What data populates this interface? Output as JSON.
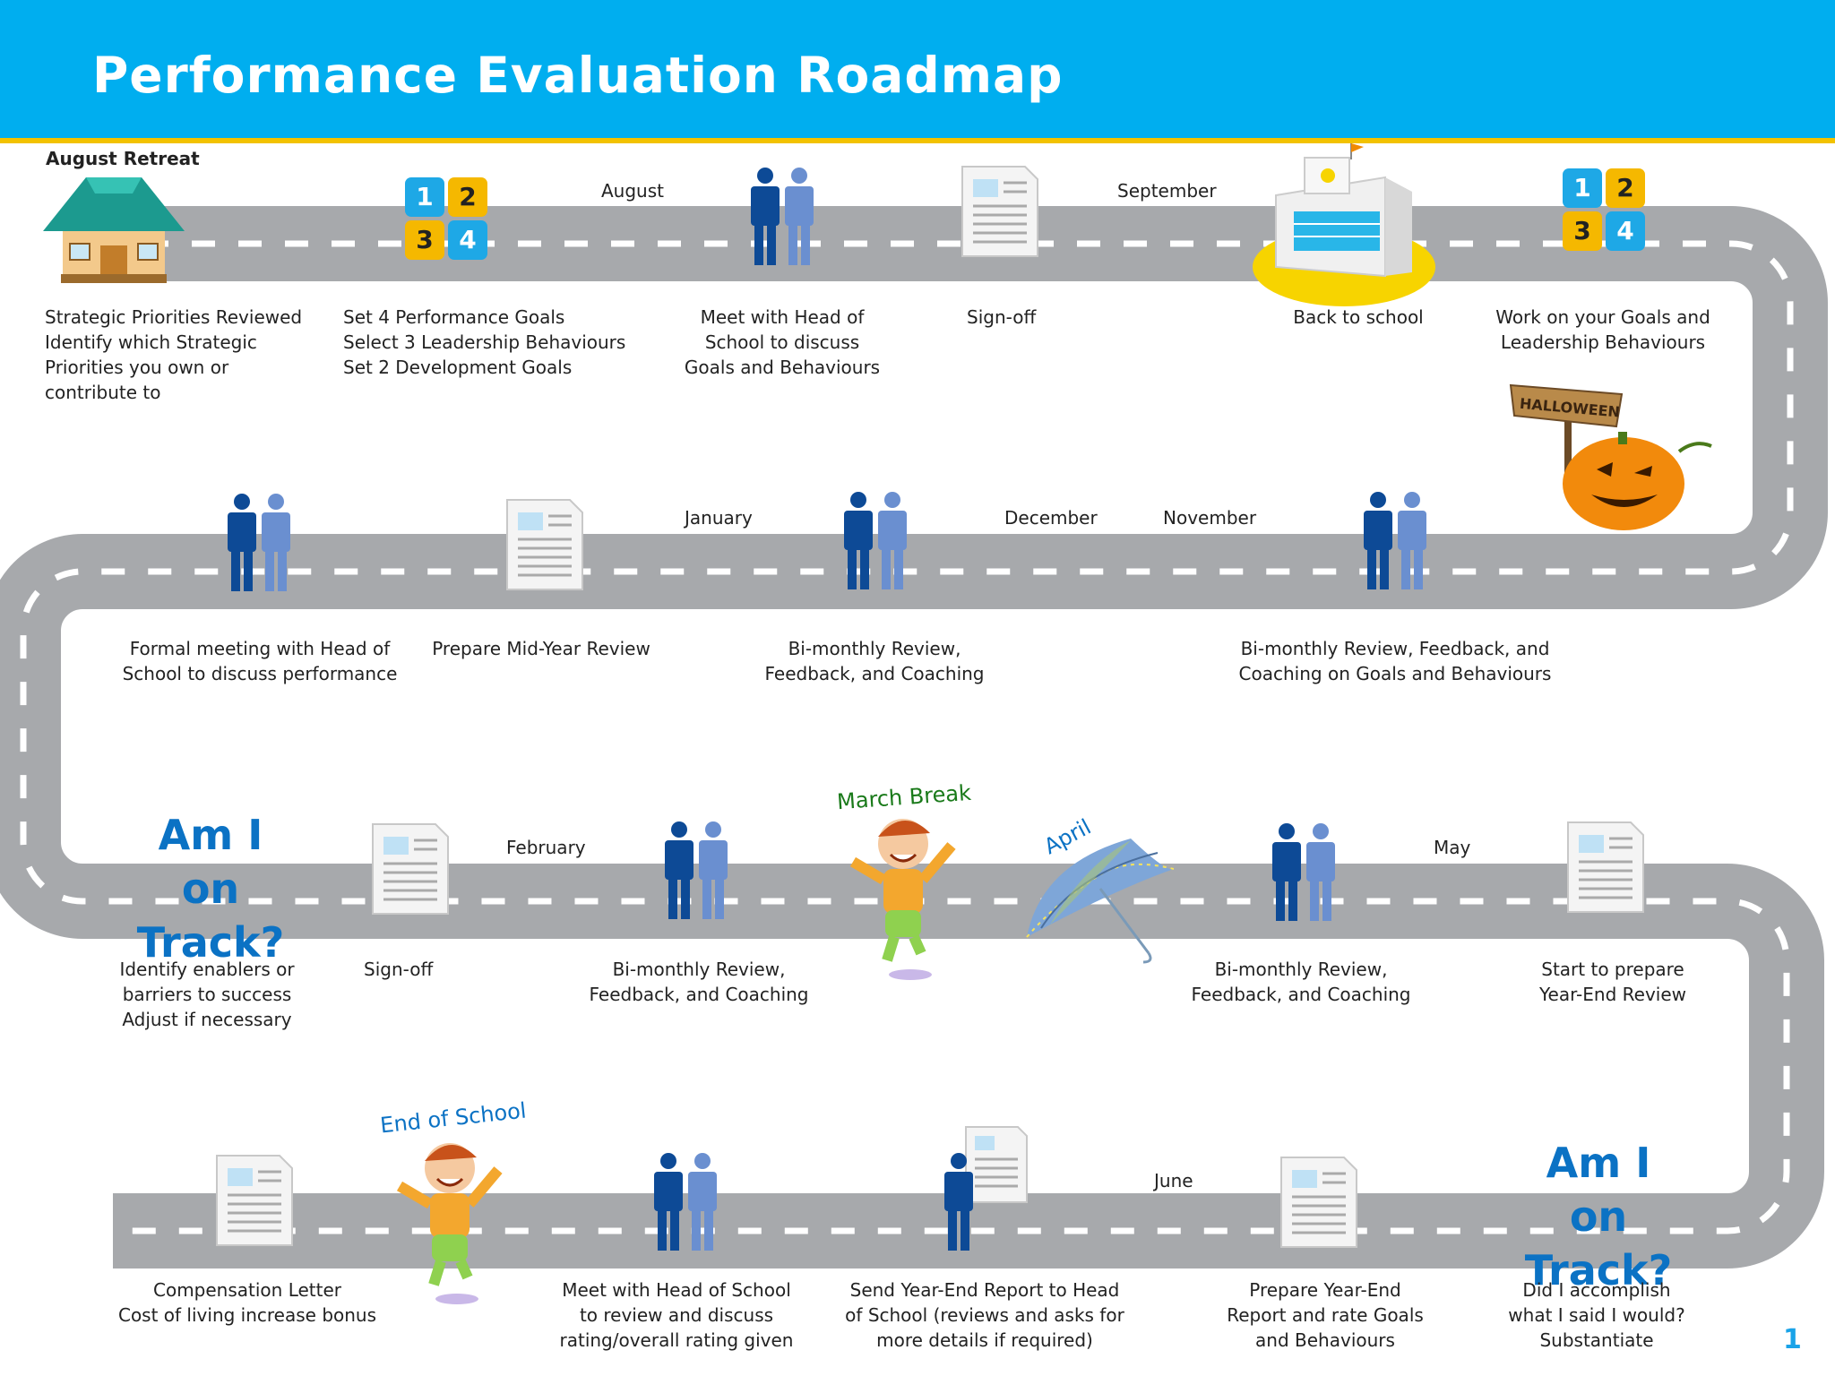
{
  "header": {
    "title": "Performance Evaluation Roadmap"
  },
  "page_number": "1",
  "colors": {
    "header": "#00aeef",
    "accent_line": "#f2c200",
    "road": "#a7a9ac",
    "track_text": "#0b72c4",
    "march_break": "#1a7a1a",
    "people_dark": "#0d4a96",
    "people_light": "#6a8fd0"
  },
  "row1": {
    "retreat_title": "August Retreat",
    "strategic_1": "Strategic Priorities Reviewed",
    "strategic_2": "Identify which Strategic",
    "strategic_3": "Priorities you own or",
    "strategic_4": "contribute to",
    "goals_1": "Set 4 Performance Goals",
    "goals_2": "Select 3 Leadership Behaviours",
    "goals_3": "Set 2 Development Goals",
    "meet_1": "Meet with Head of",
    "meet_2": "School to discuss",
    "meet_3": "Goals and Behaviours",
    "signoff": "Sign-off",
    "back_to_school": "Back to school",
    "work_1": "Work on your Goals and",
    "work_2": "Leadership Behaviours",
    "month_august": "August",
    "month_september": "September",
    "halloween": "HALLOWEEN"
  },
  "row2": {
    "formal_1": "Formal meeting with Head of",
    "formal_2": "School to discuss performance",
    "midyear": "Prepare Mid-Year Review",
    "bimonthly_1": "Bi-monthly Review,",
    "bimonthly_2": "Feedback, and Coaching",
    "bimonthly_goals_1": "Bi-monthly Review, Feedback, and",
    "bimonthly_goals_2": "Coaching on Goals and Behaviours",
    "month_january": "January",
    "month_december": "December",
    "month_november": "November"
  },
  "row3": {
    "track_1": "Am I",
    "track_2": "on Track?",
    "enablers_1": "Identify enablers or",
    "enablers_2": "barriers to success",
    "enablers_3": "Adjust if necessary",
    "signoff": "Sign-off",
    "bimonthly_a_1": "Bi-monthly Review,",
    "bimonthly_a_2": "Feedback, and Coaching",
    "bimonthly_b_1": "Bi-monthly Review,",
    "bimonthly_b_2": "Feedback, and Coaching",
    "yearend_1": "Start to prepare",
    "yearend_2": "Year-End Review",
    "month_february": "February",
    "month_may": "May",
    "march_break": "March Break",
    "april": "April"
  },
  "row4": {
    "comp_1": "Compensation Letter",
    "comp_2": "Cost of living increase bonus",
    "meet_1": "Meet with Head of School",
    "meet_2": "to review and discuss",
    "meet_3": "rating/overall rating given",
    "send_1": "Send Year-End Report to Head",
    "send_2": "of School (reviews and asks for",
    "send_3": "more details if required)",
    "prep_1": "Prepare Year-End",
    "prep_2": "Report and rate Goals",
    "prep_3": "and Behaviours",
    "did_1": "Did I accomplish",
    "did_2": "what I said I would?",
    "did_3": "Substantiate",
    "track_1": "Am I",
    "track_2": "on Track?",
    "month_june": "June",
    "end_of_school": "End of School"
  }
}
